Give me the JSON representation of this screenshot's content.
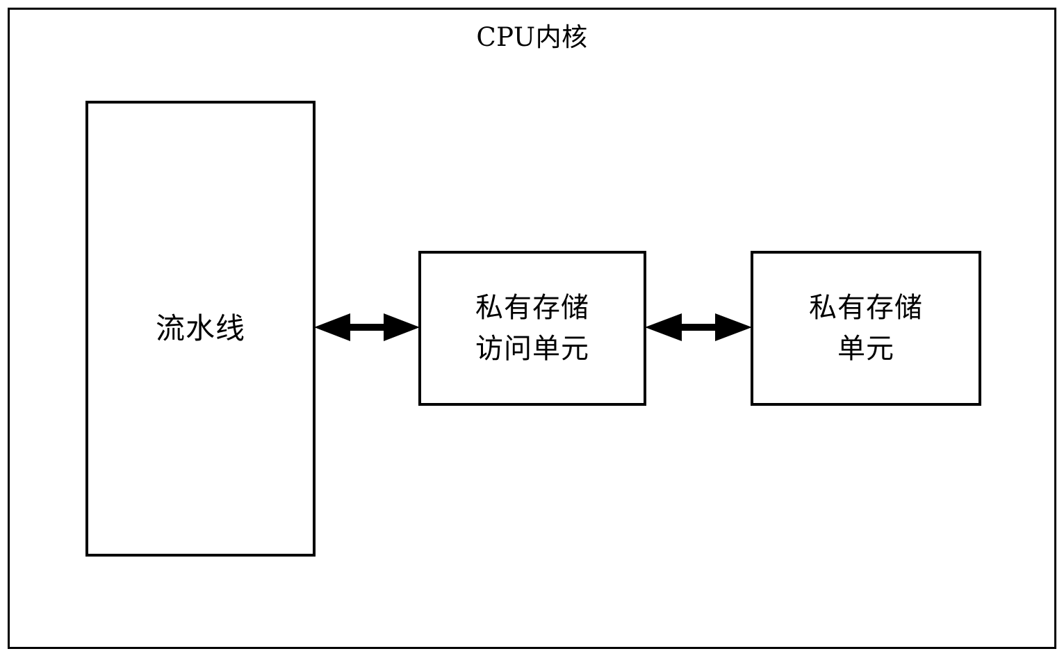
{
  "diagram": {
    "type": "block-diagram",
    "title": "CPU内核",
    "background_color": "#ffffff",
    "stroke_color": "#000000",
    "nodes": [
      {
        "id": "pipeline",
        "label": "流水线",
        "shape": "rectangle"
      },
      {
        "id": "private-access",
        "label": "私有存储\n访问单元",
        "shape": "rectangle"
      },
      {
        "id": "private-storage",
        "label": "私有存储\n单元",
        "shape": "rectangle"
      }
    ],
    "connectors": [
      {
        "id": "pipeline-access",
        "from": "pipeline",
        "to": "private-access",
        "style": "double-headed-arrow"
      },
      {
        "id": "access-storage",
        "from": "private-access",
        "to": "private-storage",
        "style": "double-headed-arrow"
      }
    ]
  }
}
